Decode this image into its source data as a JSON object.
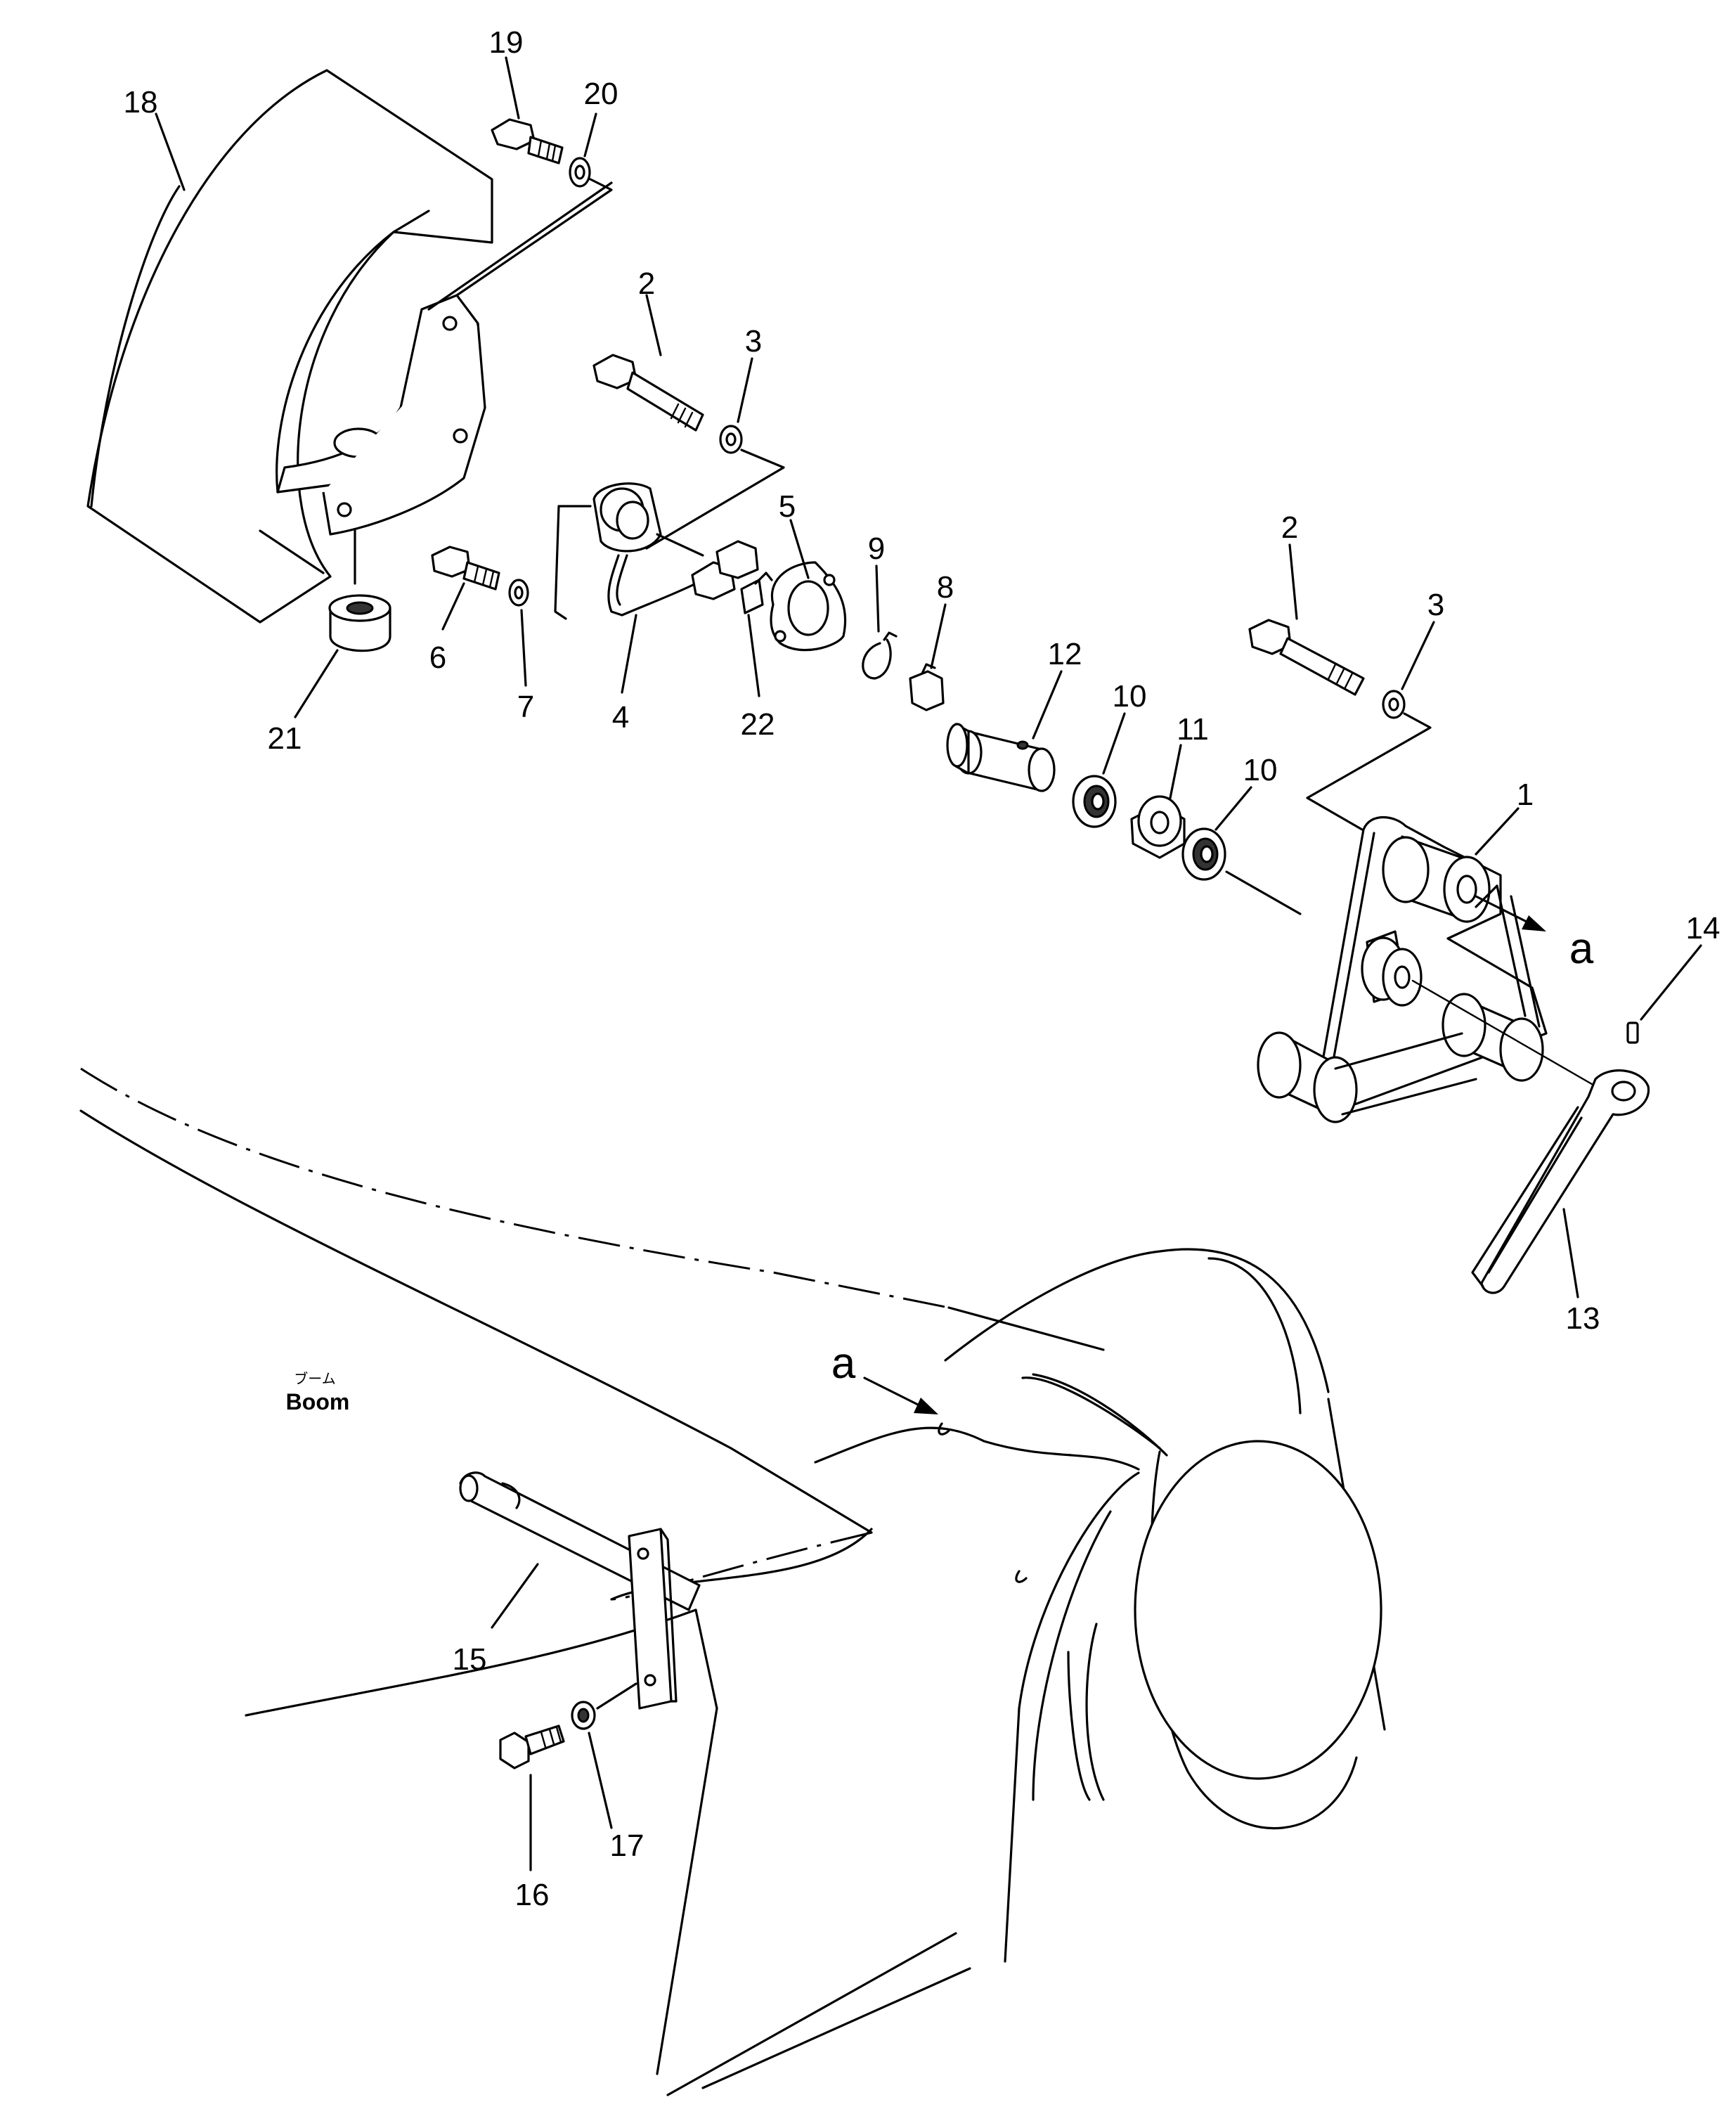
{
  "callouts": [
    {
      "id": "1",
      "text": "1"
    },
    {
      "id": "2a",
      "text": "2"
    },
    {
      "id": "2b",
      "text": "2"
    },
    {
      "id": "3a",
      "text": "3"
    },
    {
      "id": "3b",
      "text": "3"
    },
    {
      "id": "4",
      "text": "4"
    },
    {
      "id": "5",
      "text": "5"
    },
    {
      "id": "6",
      "text": "6"
    },
    {
      "id": "7",
      "text": "7"
    },
    {
      "id": "8",
      "text": "8"
    },
    {
      "id": "9",
      "text": "9"
    },
    {
      "id": "10a",
      "text": "10"
    },
    {
      "id": "10b",
      "text": "10"
    },
    {
      "id": "11",
      "text": "11"
    },
    {
      "id": "12",
      "text": "12"
    },
    {
      "id": "13",
      "text": "13"
    },
    {
      "id": "14",
      "text": "14"
    },
    {
      "id": "15",
      "text": "15"
    },
    {
      "id": "16",
      "text": "16"
    },
    {
      "id": "17",
      "text": "17"
    },
    {
      "id": "18",
      "text": "18"
    },
    {
      "id": "19",
      "text": "19"
    },
    {
      "id": "20",
      "text": "20"
    },
    {
      "id": "21",
      "text": "21"
    },
    {
      "id": "22",
      "text": "22"
    }
  ],
  "reference_marks": {
    "a_arrow_out": "a",
    "a_arrow_in": "a"
  },
  "boom_label": {
    "japanese": "ブーム",
    "english": "Boom"
  }
}
